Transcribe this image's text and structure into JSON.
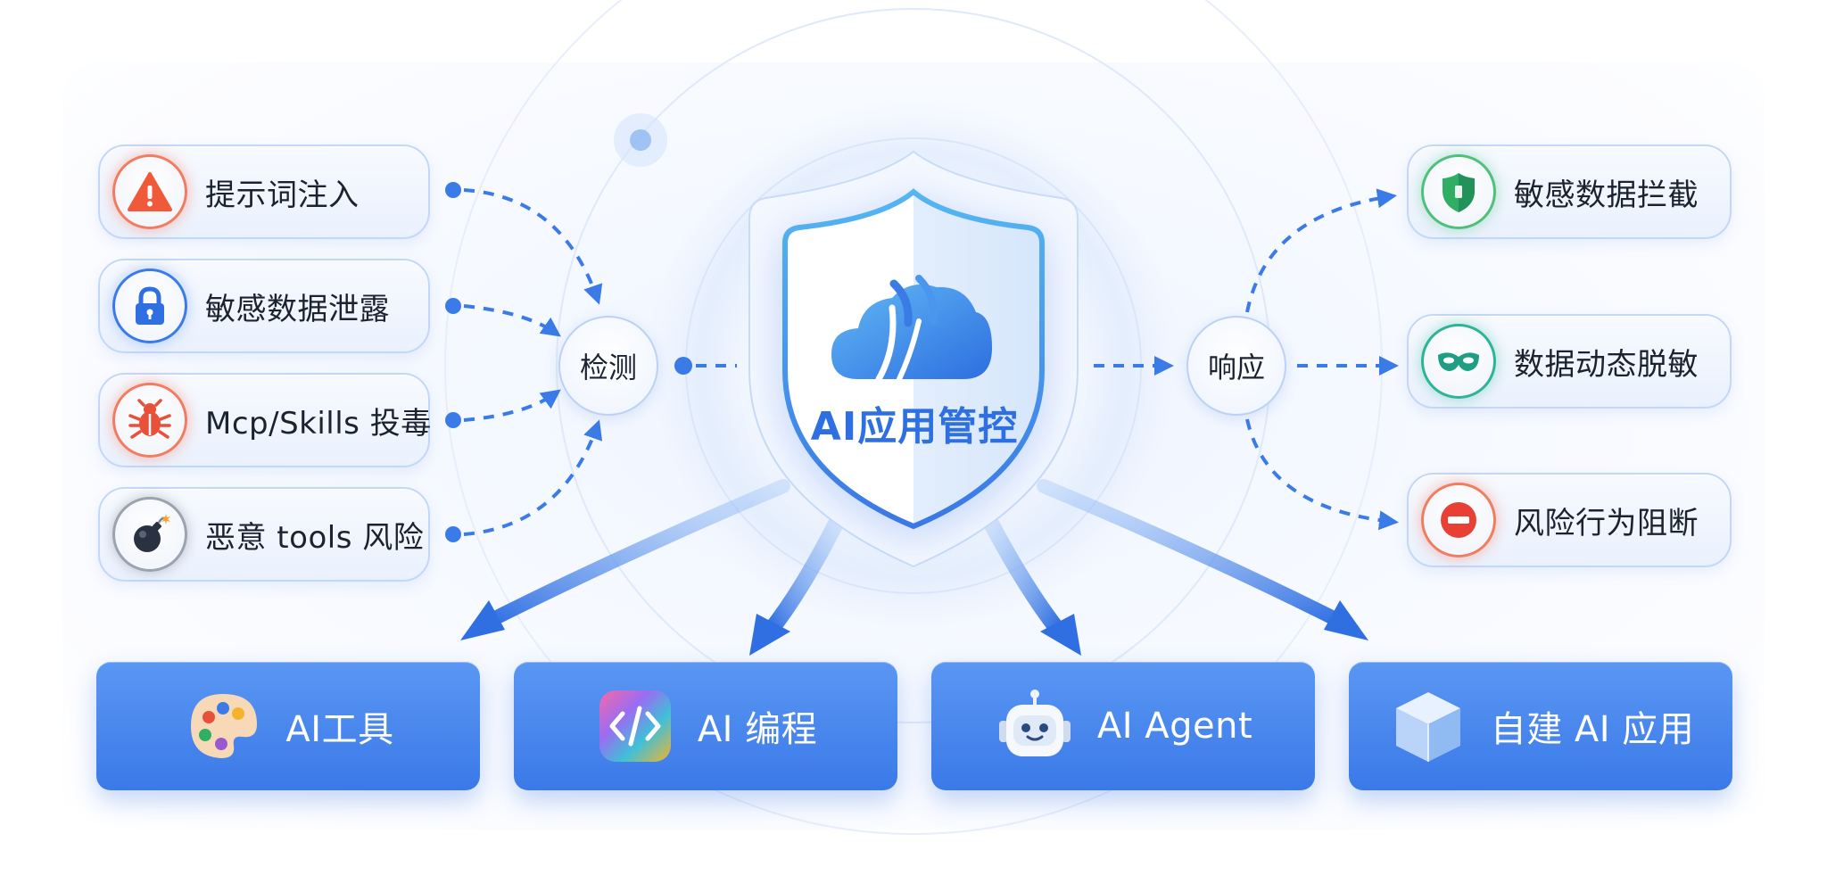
{
  "threats": [
    {
      "label": "提示词注入",
      "icon": "warning-icon"
    },
    {
      "label": "敏感数据泄露",
      "icon": "lock-icon"
    },
    {
      "label": "Mcp/Skills 投毒",
      "icon": "bug-icon"
    },
    {
      "label": "恶意 tools 风险",
      "icon": "bomb-icon"
    }
  ],
  "hubs": {
    "detect": "检测",
    "respond": "响应"
  },
  "center": {
    "title": "AI应用管控",
    "icon": "cloud-shield-icon"
  },
  "responses": [
    {
      "label": "敏感数据拦截",
      "icon": "shield-icon"
    },
    {
      "label": "数据动态脱敏",
      "icon": "mask-icon"
    },
    {
      "label": "风险行为阻断",
      "icon": "block-icon"
    }
  ],
  "apps": [
    {
      "label": "AI工具",
      "icon": "palette-icon"
    },
    {
      "label": "AI 编程",
      "icon": "code-icon"
    },
    {
      "label": "AI Agent",
      "icon": "robot-icon"
    },
    {
      "label": "自建 AI 应用",
      "icon": "cube-icon"
    }
  ],
  "colors": {
    "accent": "#3b7be8",
    "tile_bg": "#4a88ee",
    "title": "#2e6fe2",
    "danger": "#e8503a",
    "success": "#2fae64"
  }
}
